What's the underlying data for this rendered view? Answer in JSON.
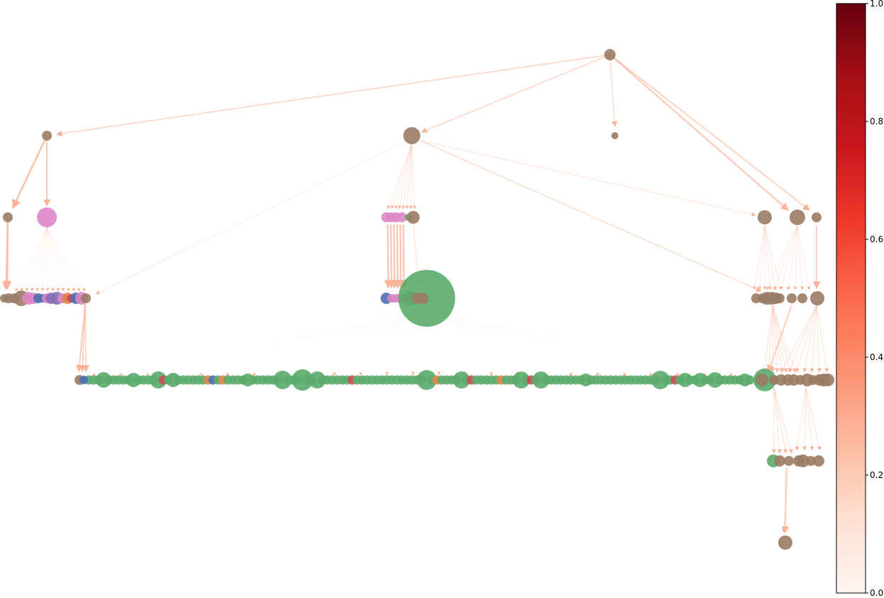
{
  "colors": {
    "edge": "#fbb49a",
    "internal": "#9a7b64",
    "leaf_main": "#5aab6b",
    "leaf_pink": "#dd86c6",
    "leaf_blue": "#4a6fb2",
    "leaf_orange": "#e0854b",
    "leaf_red": "#cc4b50",
    "leaf_purple": "#8a6bb5"
  },
  "colorbar": {
    "colormap": "Reds",
    "min": 0.0,
    "max": 1.0,
    "ticks": [
      "0.0",
      "0.2",
      "0.4",
      "0.6",
      "0.8",
      "1.0"
    ]
  },
  "tree": {
    "layout": "hierarchical top-down",
    "levels": 7,
    "root_children": 4,
    "largest_node_color": "leaf_main"
  }
}
